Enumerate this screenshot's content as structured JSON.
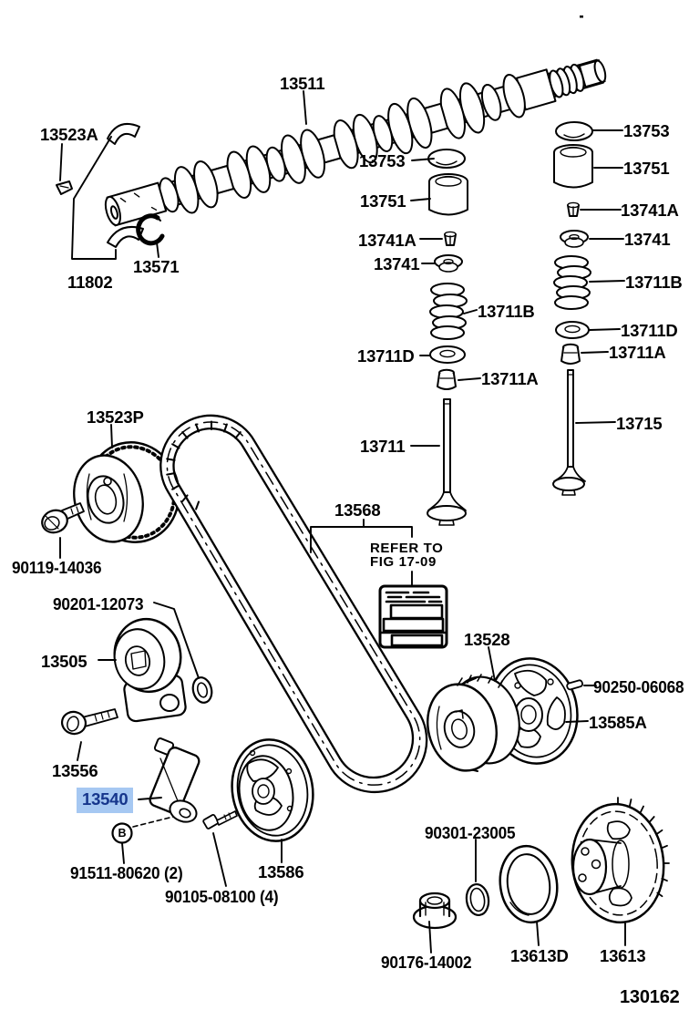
{
  "figure": {
    "number": "130162",
    "refer_note_line1": "REFER TO",
    "refer_note_line2": "FIG 17-09",
    "callout_b": "B",
    "highlighted_part": "13540"
  },
  "colors": {
    "line": "#000000",
    "background": "#ffffff",
    "highlight_bg": "#a6c8f2",
    "highlight_text": "#16368c"
  },
  "labels": {
    "p13511": "13511",
    "p13523A": "13523A",
    "p13571": "13571",
    "p11802": "11802",
    "left_13753": "13753",
    "left_13751": "13751",
    "left_13741A": "13741A",
    "left_13741": "13741",
    "left_13711B": "13711B",
    "left_13711D": "13711D",
    "left_13711A": "13711A",
    "left_13711": "13711",
    "right_13753": "13753",
    "right_13751": "13751",
    "right_13741A": "13741A",
    "right_13741": "13741",
    "right_13711B": "13711B",
    "right_13711D": "13711D",
    "right_13711A": "13711A",
    "right_13715": "13715",
    "p13523P": "13523P",
    "p90119": "90119-14036",
    "p90201": "90201-12073",
    "p13505": "13505",
    "p13556": "13556",
    "p13540": "13540",
    "p91511": "91511-80620 (2)",
    "p90105": "90105-08100 (4)",
    "p13586": "13586",
    "p13568": "13568",
    "p13528": "13528",
    "p90250": "90250-06068",
    "p13585A": "13585A",
    "p90301": "90301-23005",
    "p90176": "90176-14002",
    "p13613D": "13613D",
    "p13613": "13613",
    "figure_number": "130162"
  }
}
